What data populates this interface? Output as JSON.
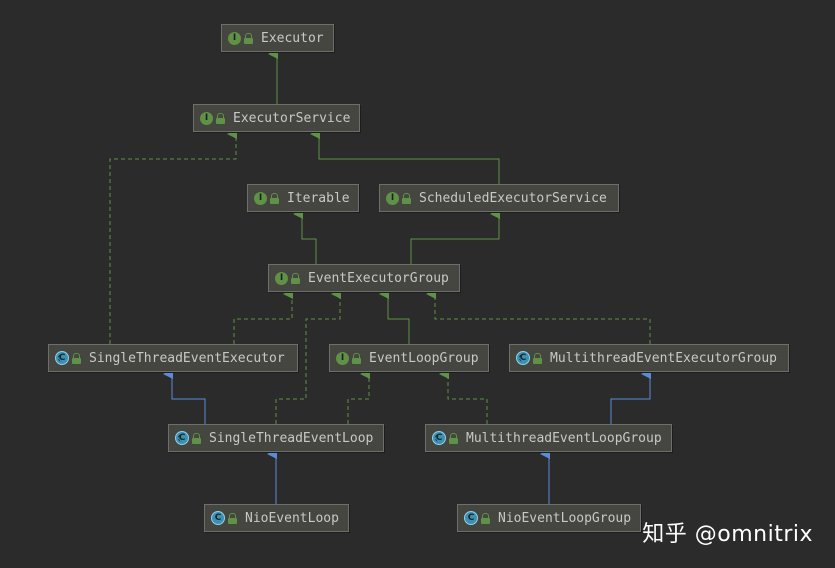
{
  "nodes": {
    "executor": {
      "label": "Executor",
      "kind": "I"
    },
    "executor_service": {
      "label": "ExecutorService",
      "kind": "I"
    },
    "iterable": {
      "label": "Iterable",
      "kind": "I"
    },
    "scheduled_executor_service": {
      "label": "ScheduledExecutorService",
      "kind": "I"
    },
    "event_executor_group": {
      "label": "EventExecutorGroup",
      "kind": "I"
    },
    "single_thread_event_executor": {
      "label": "SingleThreadEventExecutor",
      "kind": "C"
    },
    "event_loop_group": {
      "label": "EventLoopGroup",
      "kind": "I"
    },
    "multithread_event_executor_group": {
      "label": "MultithreadEventExecutorGroup",
      "kind": "C"
    },
    "single_thread_event_loop": {
      "label": "SingleThreadEventLoop",
      "kind": "C"
    },
    "multithread_event_loop_group": {
      "label": "MultithreadEventLoopGroup",
      "kind": "C"
    },
    "nio_event_loop": {
      "label": "NioEventLoop",
      "kind": "C"
    },
    "nio_event_loop_group": {
      "label": "NioEventLoopGroup",
      "kind": "C"
    }
  },
  "colors": {
    "interface_extends": "#5f9147",
    "class_extends": "#5b8bd6",
    "background": "#2b2b2b"
  },
  "watermark": "知乎 @omnitrix"
}
